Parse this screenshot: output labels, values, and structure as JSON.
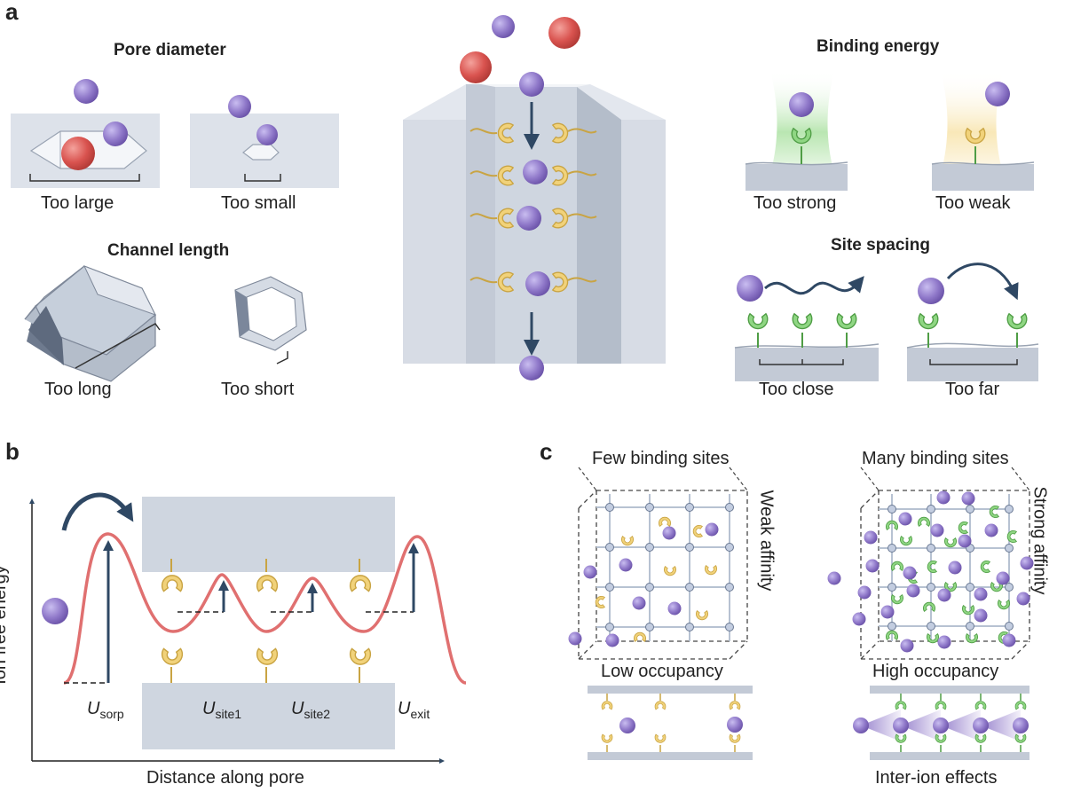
{
  "panels": {
    "a": {
      "letter": "a",
      "headings": {
        "pore_diameter": "Pore diameter",
        "channel_length": "Channel length",
        "binding_energy": "Binding energy",
        "site_spacing": "Site spacing"
      },
      "labels": {
        "too_large": "Too large",
        "too_small": "Too small",
        "too_long": "Too long",
        "too_short": "Too short",
        "too_strong": "Too strong",
        "too_weak": "Too weak",
        "too_close": "Too close",
        "too_far": "Too far"
      }
    },
    "b": {
      "letter": "b",
      "y_axis_label": "Ion free energy",
      "x_axis_label": "Distance along pore",
      "energy_labels": [
        {
          "symbol": "U",
          "sub": "sorp"
        },
        {
          "symbol": "U",
          "sub": "site1"
        },
        {
          "symbol": "U",
          "sub": "site2"
        },
        {
          "symbol": "U",
          "sub": "exit"
        }
      ]
    },
    "c": {
      "letter": "c",
      "left": {
        "title": "Few binding sites",
        "side_label": "Weak affinity",
        "bottom_label": "Low occupancy"
      },
      "right": {
        "title": "Many binding sites",
        "side_label": "Strong affinity",
        "bottom_label": "High occupancy",
        "footer": "Inter-ion effects"
      }
    }
  },
  "colors": {
    "ion_purple": "#8f78c9",
    "ion_red": "#d9534f",
    "site_yellow": "#f1d27a",
    "site_green": "#78c96d",
    "wall_grey": "#dde2ea",
    "arrow_navy": "#2f4864",
    "curve_red": "#e07070"
  }
}
